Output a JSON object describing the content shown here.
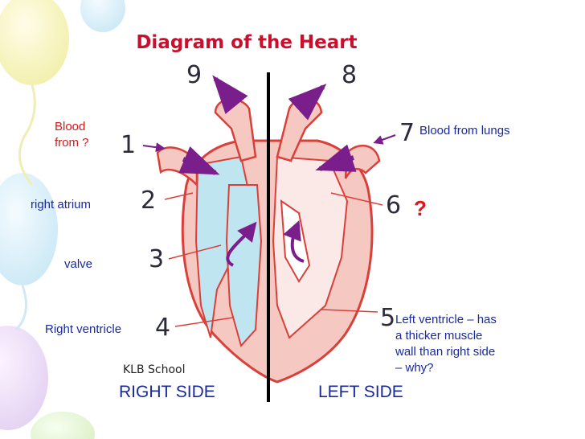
{
  "title": "Diagram of the Heart",
  "labels": {
    "blood_from_line1": "Blood",
    "blood_from_line2": "from ?",
    "right_atrium": "right atrium",
    "valve": "valve",
    "right_ventricle": "Right ventricle",
    "blood_from_lungs": "Blood from lungs",
    "question_mark": "?",
    "left_ventricle_line1": "Left ventricle – has",
    "left_ventricle_line2": "a thicker muscle",
    "left_ventricle_line3": "wall than right side",
    "left_ventricle_line4": "– why?"
  },
  "numbers": {
    "n1": "1",
    "n2": "2",
    "n3": "3",
    "n4": "4",
    "n5": "5",
    "n6": "6",
    "n7": "7",
    "n8": "8",
    "n9": "9"
  },
  "sides": {
    "right": "RIGHT SIDE",
    "left": "LEFT SIDE"
  },
  "credit": "KLB School",
  "colors": {
    "title": "#c8102e",
    "label_text": "#1a2a9c",
    "question_red": "#e0141c",
    "heart_outline": "#d9403a",
    "heart_muscle": "#f5c8c2",
    "deoxygenated_chamber": "#bfe6f0",
    "oxygenated_chamber": "#fbe9e8",
    "flow_arrow": "#7a1e8c"
  }
}
